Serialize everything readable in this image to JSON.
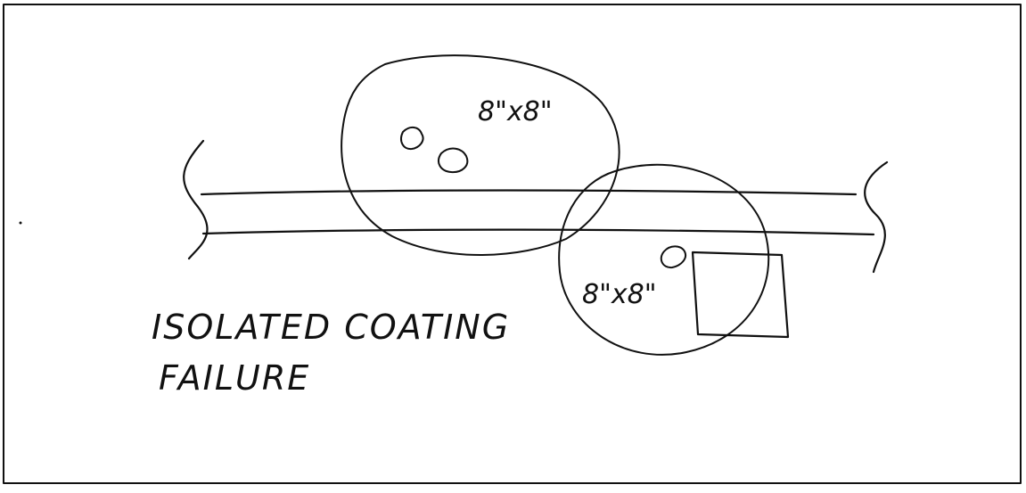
{
  "sketch": {
    "dimension_label_top": "8\"x8\"",
    "dimension_label_bottom": "8\"x8\"",
    "caption_line_1": "ISOLATED COATING",
    "caption_line_2": "FAILURE"
  },
  "colors": {
    "ink": "#111111",
    "background": "#ffffff"
  }
}
